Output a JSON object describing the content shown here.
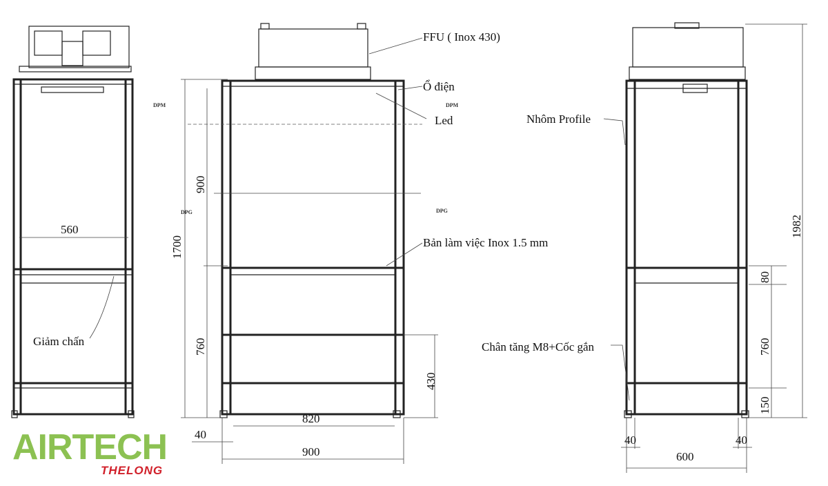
{
  "labels": {
    "ffu": "FFU ( Inox 430)",
    "socket": "Ổ điện",
    "led": "Led",
    "profile": "Nhôm Profile",
    "worktop": "Bản làm việc Inox 1.5 mm",
    "damper": "Giảm chấn",
    "leg": "Chân tăng M8+Cốc gắn",
    "dpm_left": "DPM",
    "dpm_right": "DPM",
    "dpg_left": "DPG",
    "dpg_right": "DPG"
  },
  "dimensions": {
    "left_width": "560",
    "mid_total_height": "1700",
    "mid_upper": "900",
    "mid_lower": "760",
    "mid_shelf": "430",
    "mid_inner_width": "820",
    "mid_total_width": "900",
    "mid_offset": "40",
    "right_total_height": "1982",
    "right_top": "80",
    "right_mid": "760",
    "right_bottom": "150",
    "right_width": "600",
    "right_offset_left": "40",
    "right_offset_right": "40"
  },
  "logo": {
    "main": "AIRTECH",
    "sub": "THELONG",
    "main_color": "#8cc152",
    "sub_color": "#d1202a"
  }
}
